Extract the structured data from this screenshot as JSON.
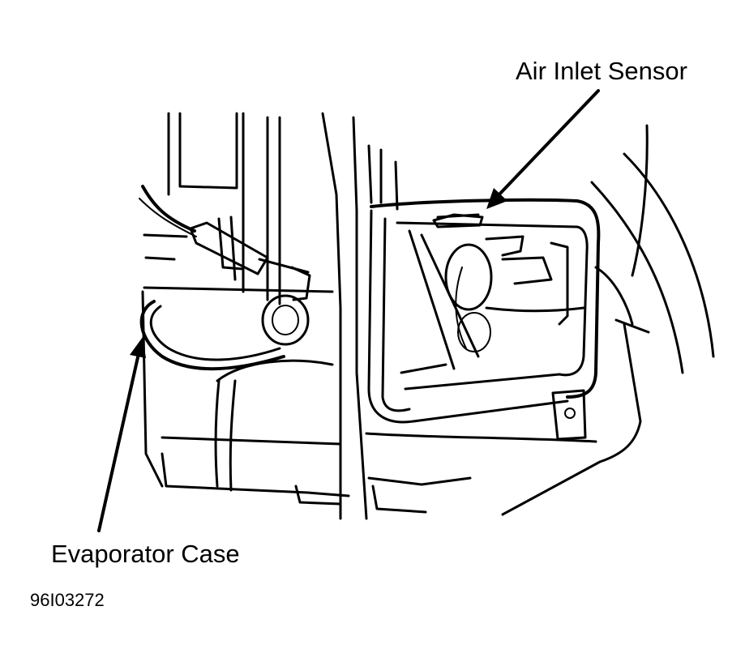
{
  "labels": {
    "air_inlet_sensor": "Air Inlet Sensor",
    "evaporator_case": "Evaporator Case",
    "figure_id": "96I03272"
  },
  "colors": {
    "line": "#000000",
    "background": "#ffffff"
  }
}
